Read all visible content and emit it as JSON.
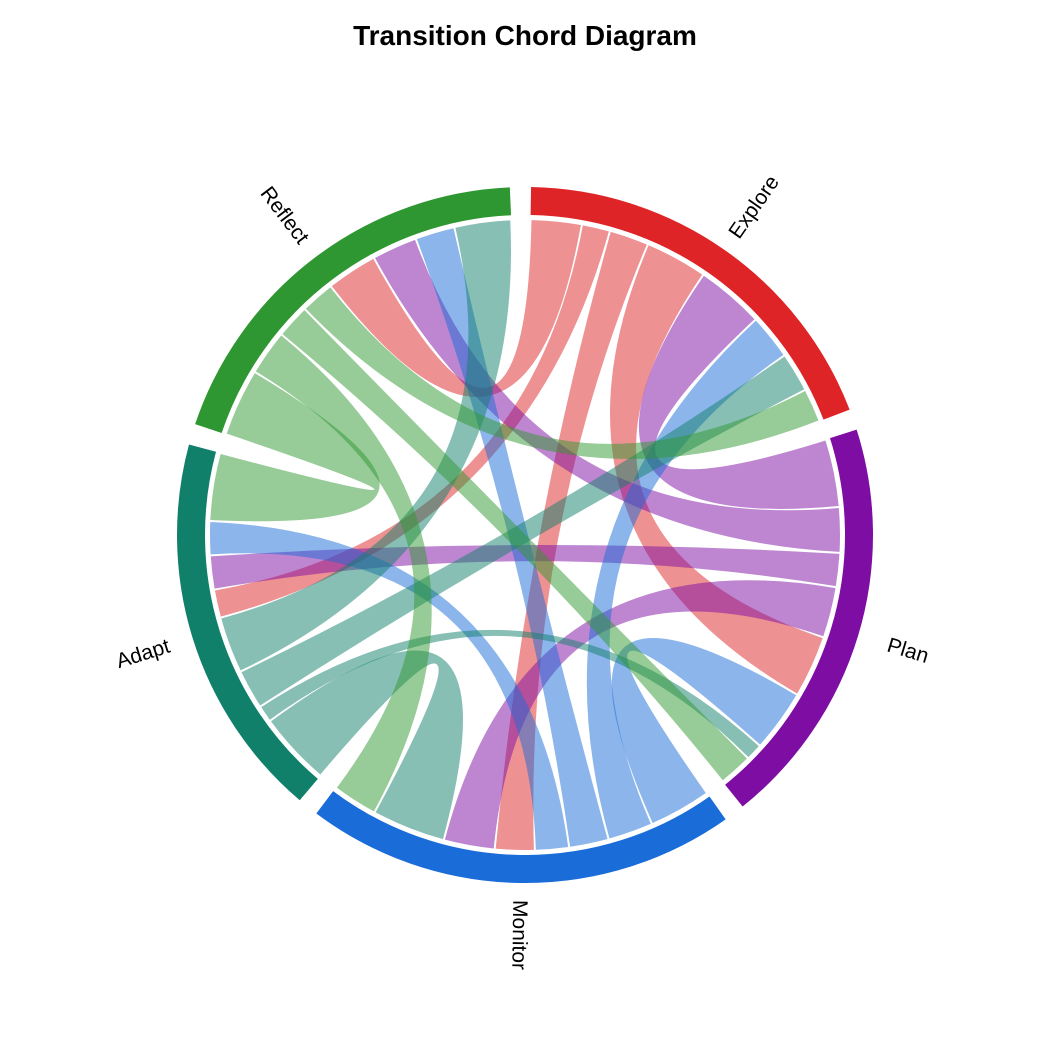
{
  "chart_data": {
    "type": "chord",
    "title": "Transition Chord Diagram",
    "nodes": [
      "Explore",
      "Plan",
      "Monitor",
      "Adapt",
      "Reflect"
    ],
    "colors": [
      "#DE2426",
      "#7E0DA3",
      "#1A6CD8",
      "#10806B",
      "#2F9732"
    ],
    "matrix_rows_are_from_cols_are_to": true,
    "matrix": [
      [
        0,
        11,
        7,
        5,
        9
      ],
      [
        12,
        0,
        9,
        6,
        8
      ],
      [
        8,
        11,
        0,
        6,
        7
      ],
      [
        7,
        3,
        13,
        0,
        10
      ],
      [
        6,
        6,
        8,
        12,
        0
      ]
    ],
    "layout": {
      "direction": "clockwise",
      "start_angle_deg": 89,
      "gap_deg": 3.5,
      "ribbon_opacity": 0.5,
      "sector_order_note": "Explore top-right, Plan right, Monitor bottom, Adapt left, Reflect top-left; each sector = outgoing fan first then incoming flows; ribbons colored by source",
      "legend": "none",
      "axes": "none",
      "background": "#ffffff",
      "label_color": "#000000"
    }
  }
}
